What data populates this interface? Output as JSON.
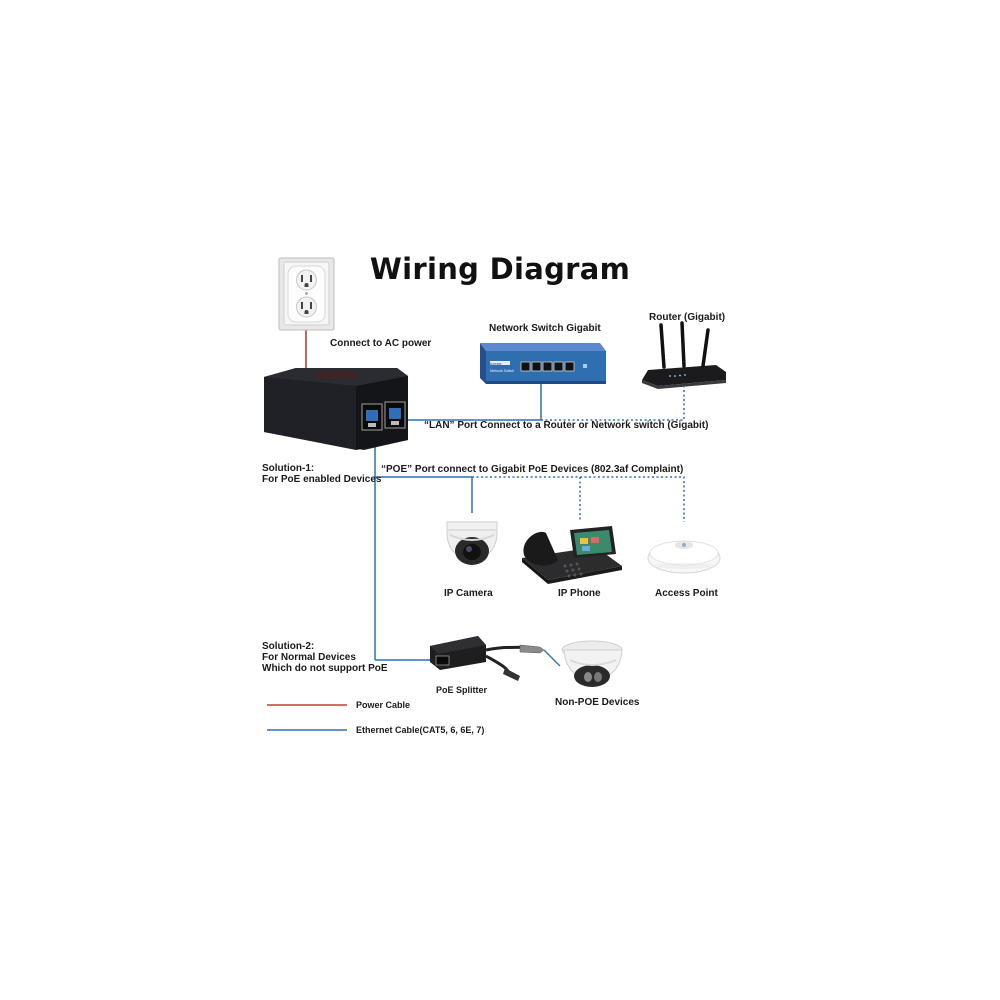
{
  "title": "Wiring Diagram",
  "labels": {
    "ac_power": "Connect to AC power",
    "network_switch": "Network Switch Gigabit",
    "router": "Router (Gigabit)",
    "lan_port": "“LAN” Port Connect to a Router or Network switch (Gigabit)",
    "poe_port": "“POE” Port connect to Gigabit PoE Devices (802.3af Complaint)",
    "solution1": [
      "Solution-1:",
      "For PoE enabled Devices"
    ],
    "solution2": [
      "Solution-2:",
      "For Normal Devices",
      "Which do not support PoE"
    ],
    "ip_camera": "IP Camera",
    "ip_phone": "IP Phone",
    "access_point": "Access Point",
    "poe_splitter": "PoE Splitter",
    "non_poe": "Non-POE Devices",
    "switch_brand": "icrestx",
    "switch_subtitle": "Network Switch"
  },
  "legend": [
    {
      "label": "Power Cable",
      "color": "#b5412f"
    },
    {
      "label": "Ethernet Cable(CAT5, 6, 6E, 7)",
      "color": "#2f6fb5"
    }
  ],
  "icons": [
    "wall-outlet",
    "poe-injector",
    "network-switch",
    "router",
    "ip-camera",
    "ip-phone",
    "access-point",
    "poe-splitter",
    "dome-camera"
  ],
  "colors": {
    "power": "#b5412f",
    "ethernet": "#2f6fb5",
    "switch_body": "#2f6fb0"
  }
}
